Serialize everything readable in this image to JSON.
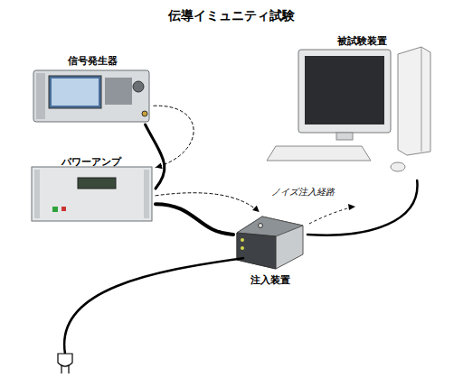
{
  "diagram": {
    "title": "伝導イミュニティ試験",
    "nodes": [
      {
        "text": [
          "信号発生器"
        ]
      },
      {
        "text": [
          "被試験装置"
        ]
      },
      {
        "text": [
          "パワーアンプ"
        ]
      },
      {
        "text": [
          "注入装置"
        ]
      }
    ],
    "edges": [
      {
        "from": 0,
        "to": 2,
        "arrow": "none"
      },
      {
        "from": 2,
        "to": 3,
        "arrow": "none"
      },
      {
        "from": 3,
        "to": 1,
        "arrow": "none"
      },
      {
        "from": 0,
        "to": 2,
        "arrow": "to"
      },
      {
        "from": 2,
        "to": 3,
        "arrow": "to"
      }
    ],
    "labels": [
      "ノイズ注入経路"
    ]
  }
}
